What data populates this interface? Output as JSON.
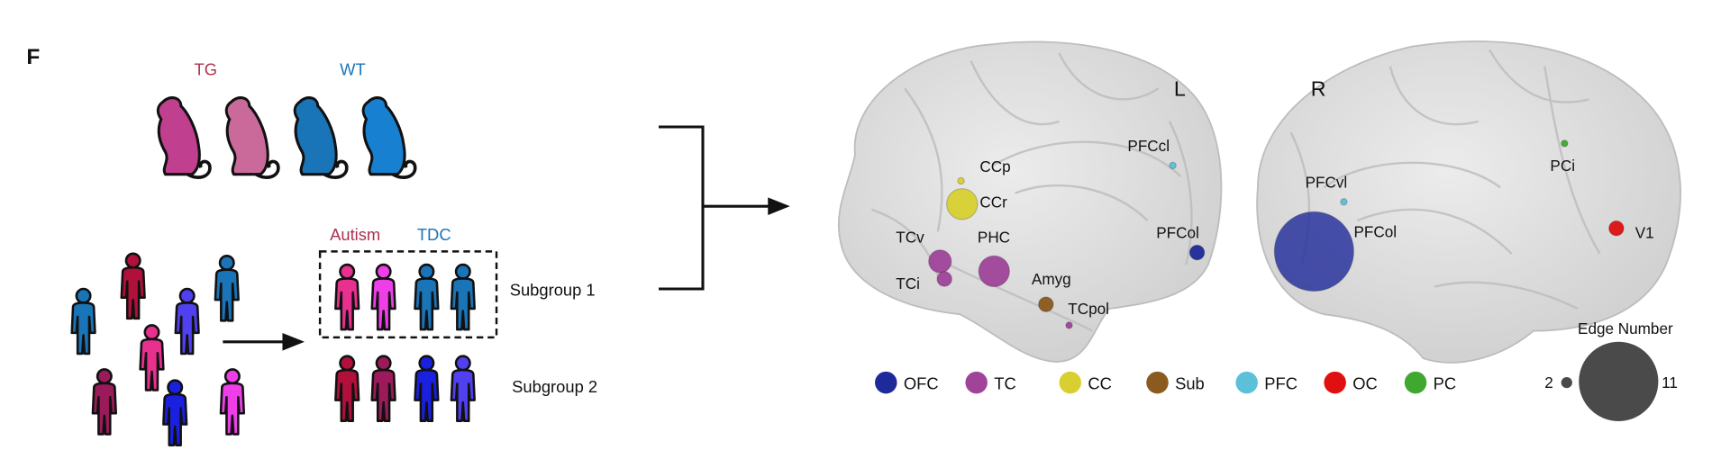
{
  "panel_label": "F",
  "monkeys": {
    "tg_label": "TG",
    "wt_label": "WT",
    "colors": [
      "#c0408f",
      "#c96a9a",
      "#1a74b8",
      "#1780d0"
    ]
  },
  "humans": {
    "autism_label": "Autism",
    "tdc_label": "TDC",
    "subgroup1_label": "Subgroup 1",
    "subgroup2_label": "Subgroup 2",
    "subgroup1_colors": [
      "#e8308f",
      "#ee3ee8",
      "#1a74b8",
      "#1a74b8"
    ],
    "subgroup2_colors": [
      "#b0103a",
      "#9a1a5a",
      "#1a20e0",
      "#5040f0"
    ]
  },
  "brain": {
    "left_label": "L",
    "right_label": "R",
    "nodes": [
      {
        "label": "CCp",
        "group": "CC",
        "edges": 2
      },
      {
        "label": "CCr",
        "group": "CC",
        "edges": 5
      },
      {
        "label": "TCv",
        "group": "TC",
        "edges": 4
      },
      {
        "label": "TCi",
        "group": "TC",
        "edges": 3
      },
      {
        "label": "PHC",
        "group": "TC",
        "edges": 5
      },
      {
        "label": "Amyg",
        "group": "Sub",
        "edges": 3
      },
      {
        "label": "TCpol",
        "group": "TC",
        "edges": 2
      },
      {
        "label": "PFCcl",
        "group": "PFC",
        "edges": 2
      },
      {
        "label": "PFCol",
        "group": "OFC",
        "edges": 3,
        "hemi": "L"
      },
      {
        "label": "PFCvl",
        "group": "PFC",
        "edges": 2
      },
      {
        "label": "PFCol",
        "group": "OFC",
        "edges": 11,
        "hemi": "R"
      },
      {
        "label": "PCi",
        "group": "PC",
        "edges": 2
      },
      {
        "label": "V1",
        "group": "OC",
        "edges": 3
      }
    ]
  },
  "legend": {
    "groups": [
      {
        "label": "OFC",
        "color": "#1f2a9a"
      },
      {
        "label": "TC",
        "color": "#a0449a"
      },
      {
        "label": "CC",
        "color": "#d8d030"
      },
      {
        "label": "Sub",
        "color": "#8a5a1e"
      },
      {
        "label": "PFC",
        "color": "#5cc0d8"
      },
      {
        "label": "OC",
        "color": "#e01010"
      },
      {
        "label": "PC",
        "color": "#40a830"
      }
    ],
    "size_title": "Edge Number",
    "size_min": "2",
    "size_max": "11"
  }
}
